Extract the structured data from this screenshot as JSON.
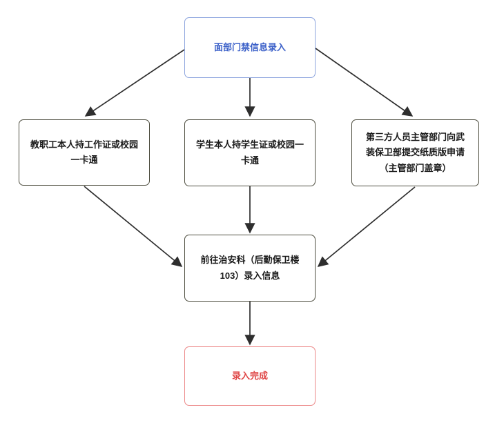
{
  "nodes": {
    "start": {
      "label": "面部门禁信息录入"
    },
    "staff": {
      "label": "教职工本人持工作证或校园\n一卡通"
    },
    "student": {
      "label": "学生本人持学生证或校园一\n卡通"
    },
    "third_party": {
      "label": "第三方人员主管部门向武\n装保卫部提交纸质版申请\n（主管部门盖章）"
    },
    "office": {
      "label": "前往治安科（后勤保卫楼\n103）录入信息"
    },
    "done": {
      "label": "录入完成"
    }
  },
  "edges": [
    {
      "from": "start",
      "to": "staff"
    },
    {
      "from": "start",
      "to": "student"
    },
    {
      "from": "start",
      "to": "third_party"
    },
    {
      "from": "staff",
      "to": "office"
    },
    {
      "from": "student",
      "to": "office"
    },
    {
      "from": "third_party",
      "to": "office"
    },
    {
      "from": "office",
      "to": "done"
    }
  ],
  "colors": {
    "start_border": "#8ca4de",
    "start_text": "#3a5fc8",
    "node_border": "#4c4c3e",
    "node_text": "#1a1a1a",
    "done_border": "#ec8888",
    "done_text": "#df4545",
    "arrow": "#2e2e2e"
  }
}
